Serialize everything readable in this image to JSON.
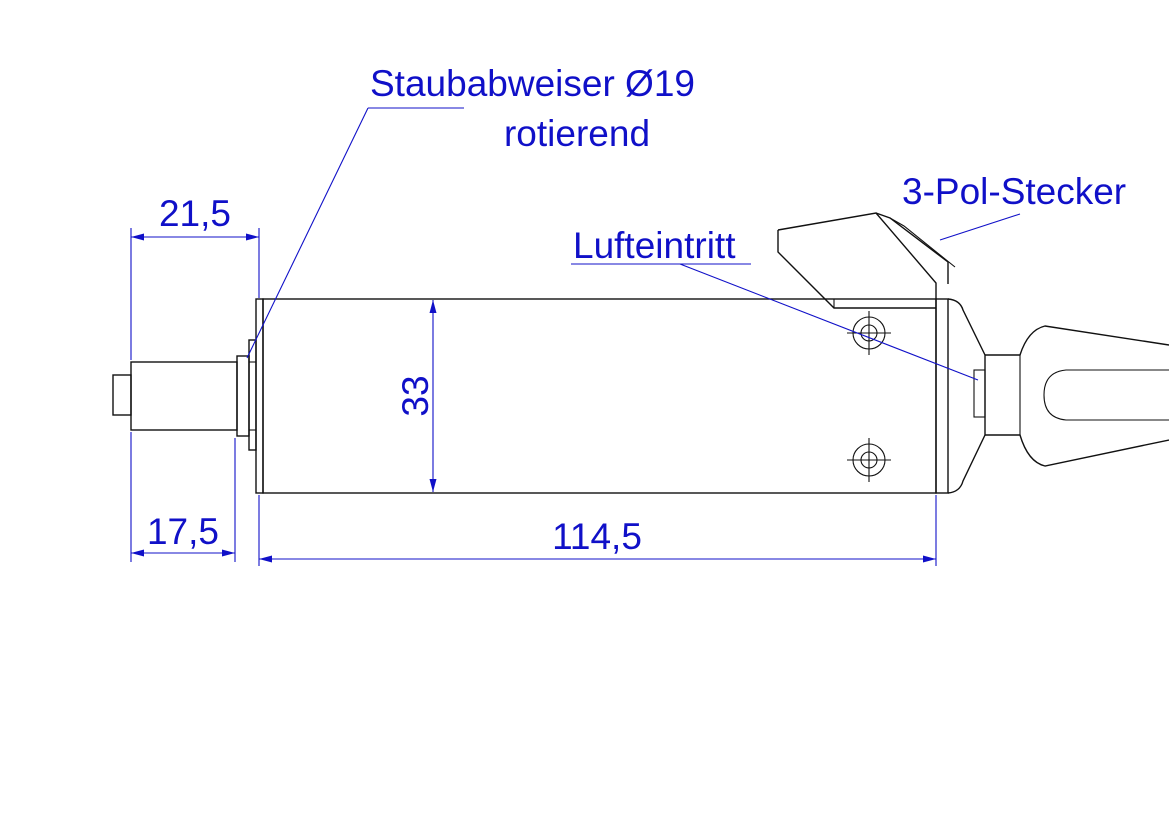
{
  "colors": {
    "annotation": "#1010c8",
    "outline": "#111111",
    "background": "#ffffff"
  },
  "labels": {
    "dust_shield_line1": "Staubabweiser Ø19",
    "dust_shield_line2": "rotierend",
    "connector": "3-Pol-Stecker",
    "air_inlet": "Lufteintritt"
  },
  "dimensions": {
    "shaft_top": "21,5",
    "shaft_bottom": "17,5",
    "body_length": "114,5",
    "body_height": "33"
  }
}
